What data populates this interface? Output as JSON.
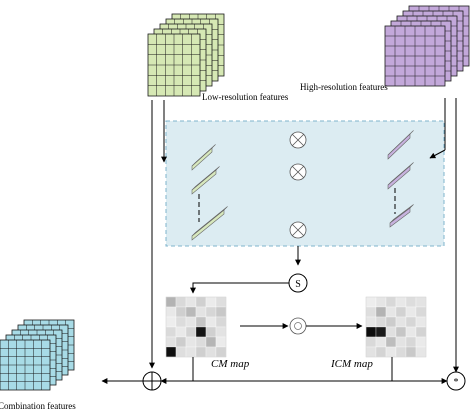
{
  "labels": {
    "low_res": "Low-resolution features",
    "high_res": "High-resolution features",
    "combination": "Combination features",
    "cm_map": "CM map",
    "icm_map": "ICM map"
  },
  "symbols": {
    "similarity": "S",
    "multiply_star": "*"
  },
  "colors": {
    "low_res_fill": "#d6e8b4",
    "high_res_fill": "#c3a8da",
    "combination_fill": "#a8dbe6",
    "panel_fill": "#dcecf2",
    "panel_border": "#7fb4cc",
    "grid_line": "#1a1a1a"
  }
}
